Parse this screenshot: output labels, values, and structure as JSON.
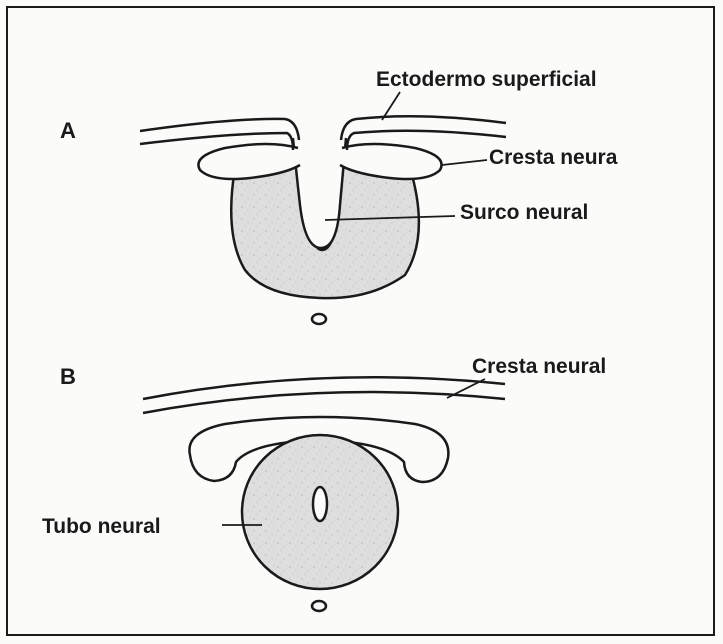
{
  "panel_a": {
    "letter": "A",
    "labels": {
      "superficial_ectoderm": "Ectodermo superficial",
      "neural_crest": "Cresta neura",
      "neural_groove": "Surco neural"
    }
  },
  "panel_b": {
    "letter": "B",
    "labels": {
      "neural_crest": "Cresta neural",
      "neural_tube": "Tubo neural"
    }
  },
  "colors": {
    "ink": "#1a1a1a",
    "tissue_fill": "#dcdcdc",
    "background": "#fbfbfa"
  }
}
